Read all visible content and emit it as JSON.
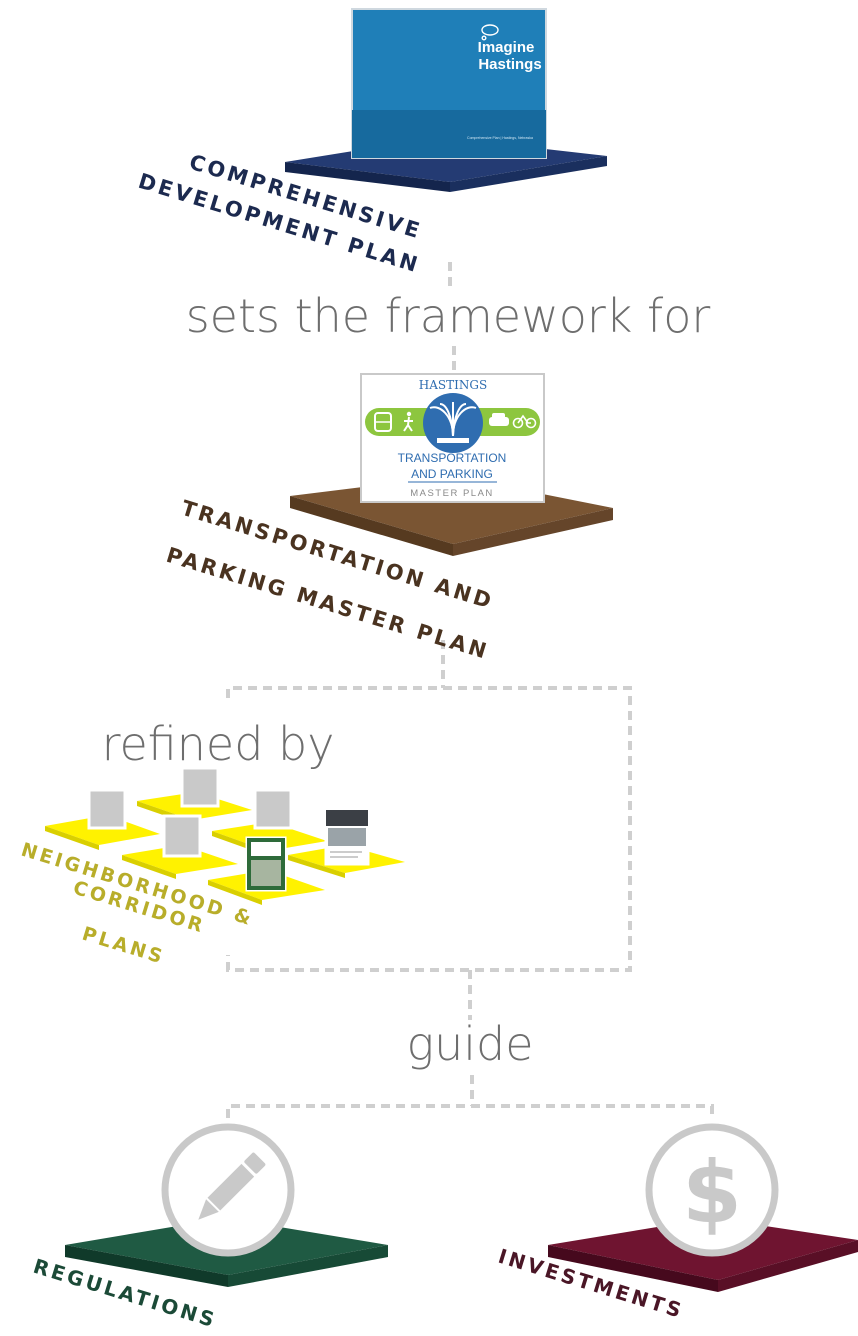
{
  "colors": {
    "connector": "#cfcfcf",
    "phrase_text": "#6e6e6e",
    "comprehensive_platform": "#243b73",
    "comprehensive_label": "#1c2a4f",
    "transport_platform": "#7a5533",
    "transport_label": "#4a3320",
    "neighborhood_platform": "#fff200",
    "neighborhood_label": "#b8ad2a",
    "regulations_platform": "#1f5a43",
    "regulations_label": "#1b4a37",
    "investments_platform": "#6f1430",
    "investments_label": "#4a1626",
    "cover_blue": "#1f7fb8",
    "tpmp_blue": "#2f6db0",
    "tpmp_green": "#8dc63f"
  },
  "comprehensive_plan": {
    "label_line1": "COMPREHENSIVE",
    "label_line2": "DEVELOPMENT PLAN",
    "cover_title_line1": "Imagine",
    "cover_title_line2": "Hastings",
    "cover_footer": "Comprehensive Plan | Hastings, Nebraska"
  },
  "phrases": {
    "sets_framework": "sets the framework for",
    "refined_by": "refined by",
    "guide": "guide"
  },
  "transportation_plan": {
    "label_line1": "TRANSPORTATION AND",
    "label_line2": "PARKING MASTER PLAN",
    "cover_city": "HASTINGS",
    "cover_title_line1": "TRANSPORTATION",
    "cover_title_line2": "AND PARKING",
    "cover_subtitle": "MASTER PLAN"
  },
  "neighborhood_plans": {
    "label_line1": "NEIGHBORHOOD &",
    "label_line2": "CORRIDOR",
    "label_line3": "PLANS"
  },
  "outcomes": {
    "regulations": {
      "label": "REGULATIONS",
      "icon": "pencil-icon"
    },
    "investments": {
      "label": "INVESTMENTS",
      "icon": "dollar-icon",
      "symbol": "$"
    }
  }
}
